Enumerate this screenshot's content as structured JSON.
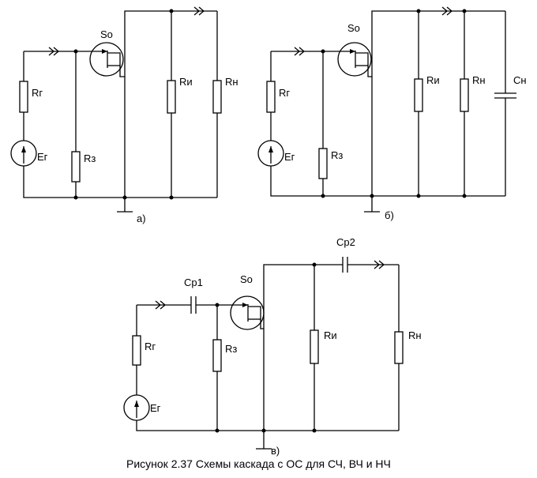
{
  "figure": {
    "caption": "Рисунок 2.37 Схемы каскада с ОС для СЧ, ВЧ и НЧ"
  },
  "circuit_a": {
    "tag": "а)",
    "transistor": "So",
    "source_resistor": "Rг",
    "source": "Eг",
    "gate_resistor": "Rз",
    "source_load_resistor": "Rи",
    "load_resistor": "Rн"
  },
  "circuit_b": {
    "tag": "б)",
    "transistor": "So",
    "source_resistor": "Rг",
    "source": "Eг",
    "gate_resistor": "Rз",
    "source_load_resistor": "Rи",
    "load_resistor": "Rн",
    "load_capacitor": "Сн"
  },
  "circuit_c": {
    "tag": "в)",
    "transistor": "So",
    "source_resistor": "Rг",
    "source": "Eг",
    "input_capacitor": "Ср1",
    "gate_resistor": "Rз",
    "source_load_resistor": "Rи",
    "output_capacitor": "Ср2",
    "load_resistor": "Rн"
  }
}
